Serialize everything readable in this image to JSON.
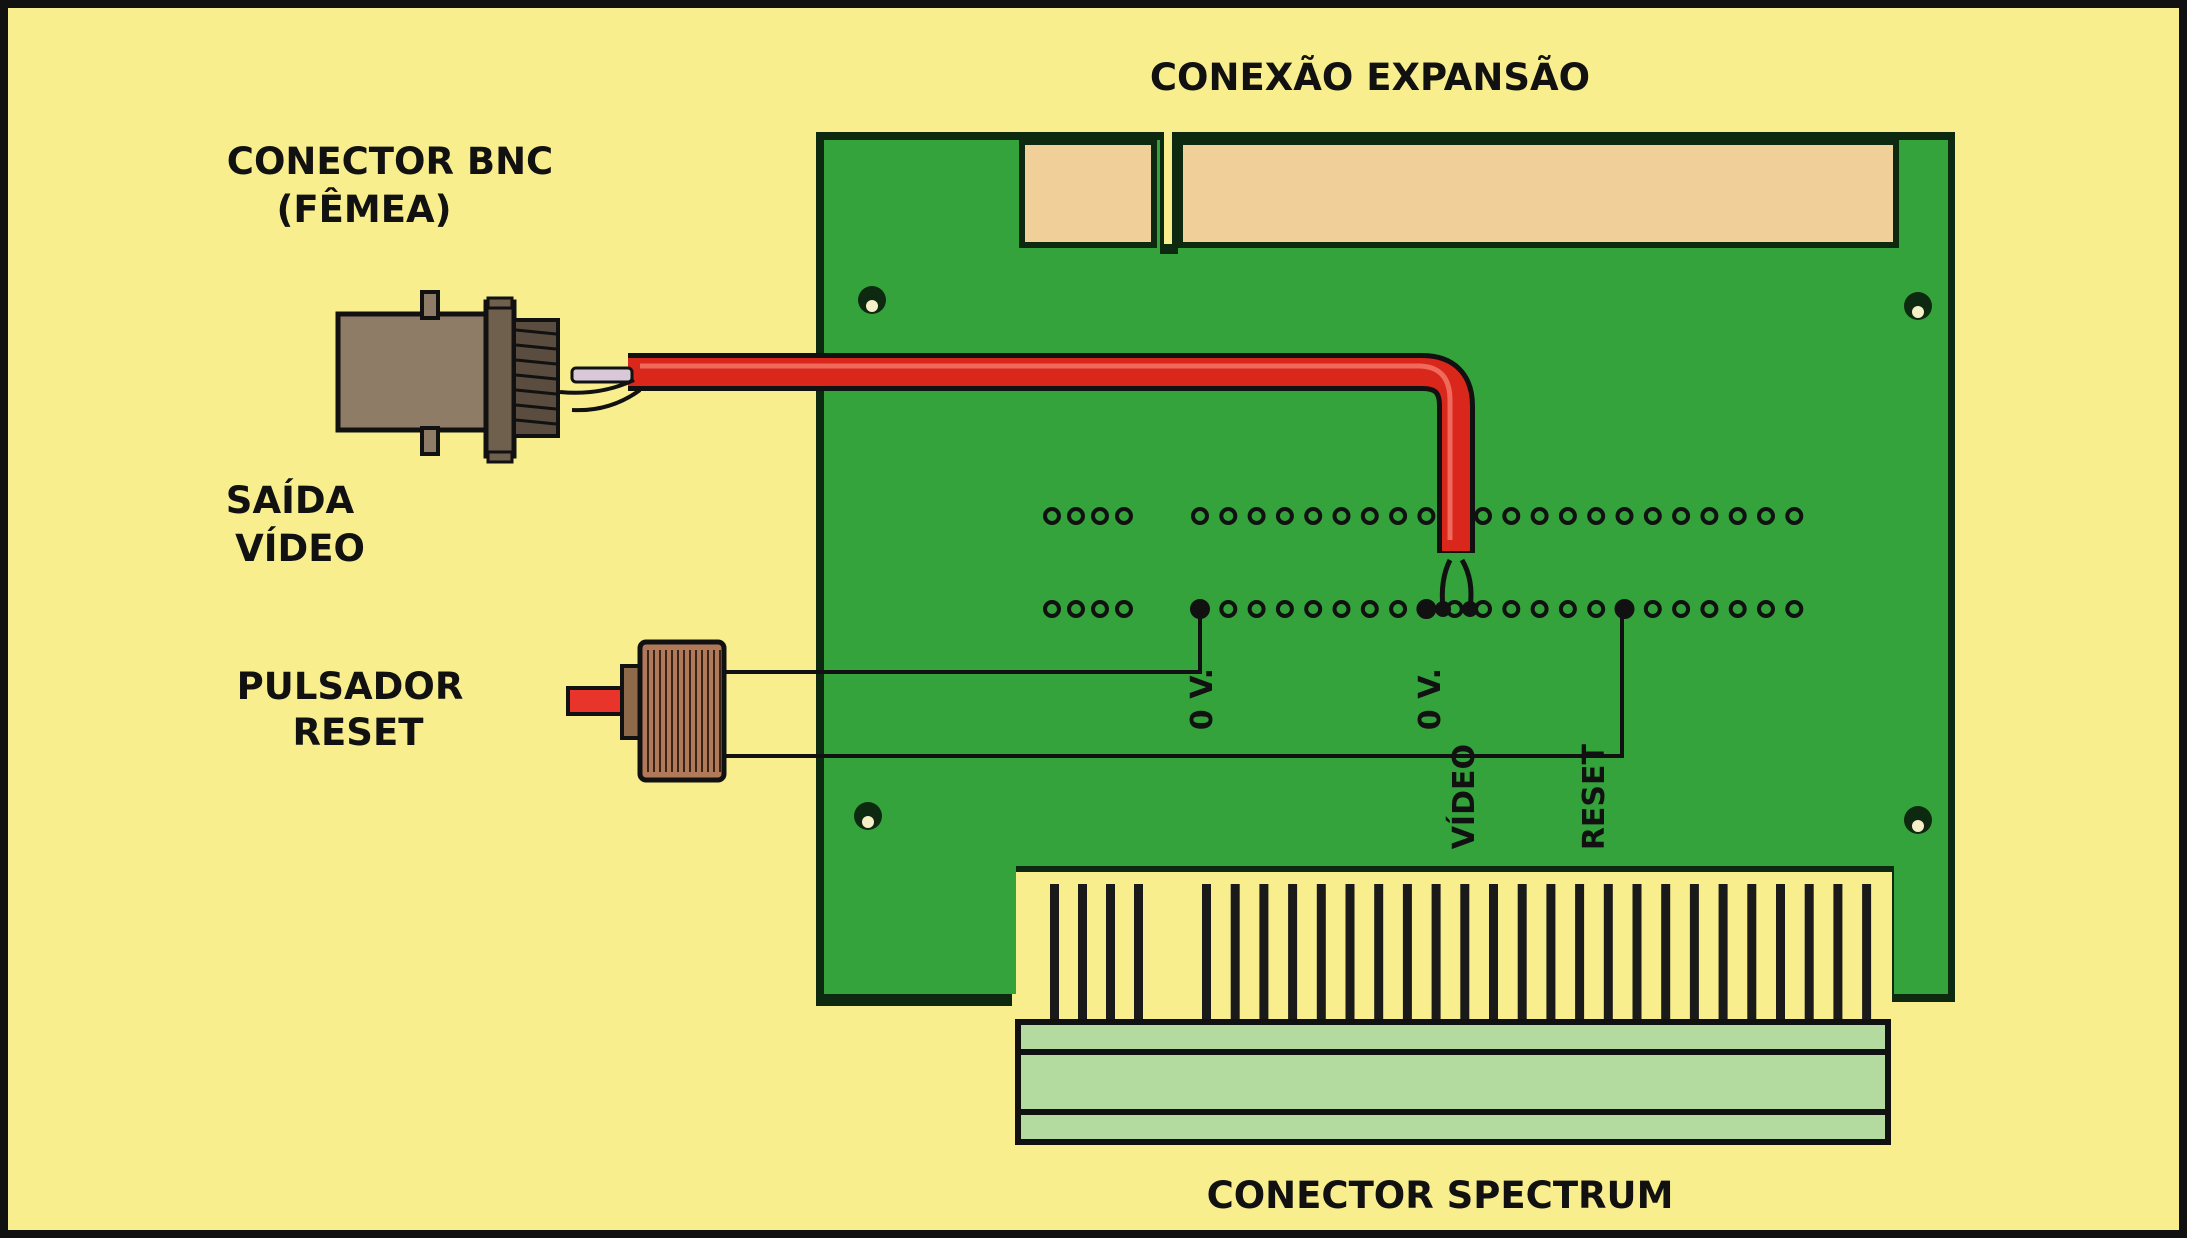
{
  "labels": {
    "expansion_connector": "CONEXÃO EXPANSÃO",
    "bnc_connector_line1": "CONECTOR BNC",
    "bnc_connector_line2": "(FÊMEA)",
    "video_output_line1": "SAÍDA",
    "video_output_line2": "VÍDEO",
    "reset_button_line1": "PULSADOR",
    "reset_button_line2": "RESET",
    "spectrum_connector": "CONECTOR SPECTRUM"
  },
  "pin_labels": {
    "ground_1": "0 V.",
    "ground_2": "0 V.",
    "video": "VÍDEO",
    "reset": "RESET"
  },
  "colors": {
    "background": "#f8ee8e",
    "board": "#35a33c",
    "board_shadow": "#0d2a10",
    "edge_connector_slot": "#f0cf98",
    "video_cable": "#d9271c",
    "spectrum_connector_body": "#b3dba0",
    "bnc_body": "#8e7c66",
    "button_cap": "#e8342a"
  }
}
